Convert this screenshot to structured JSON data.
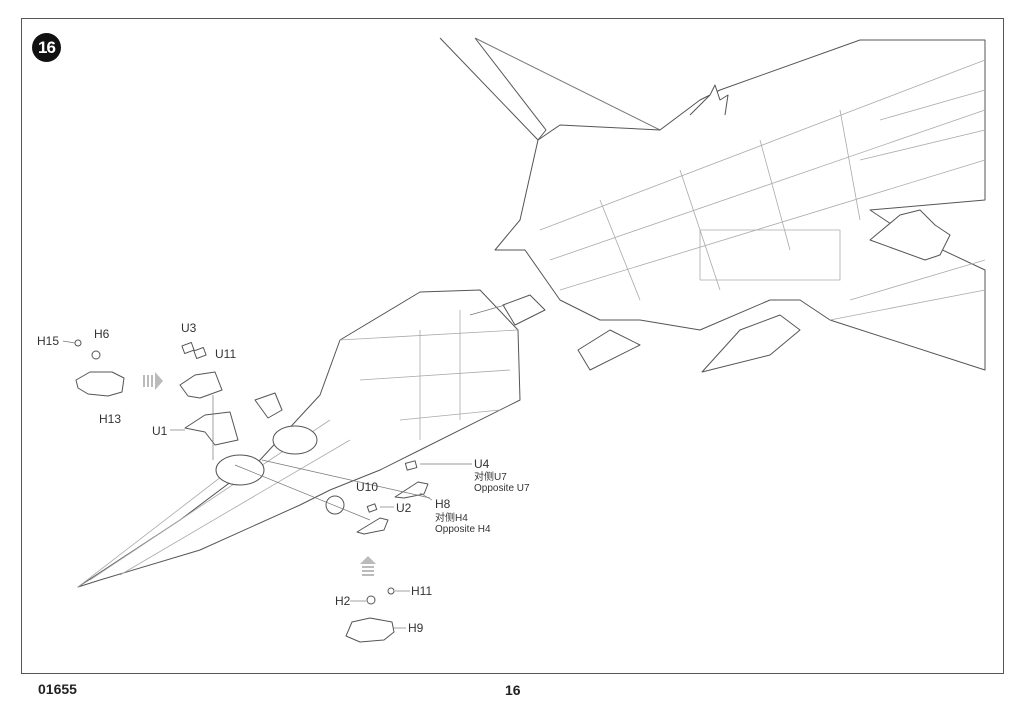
{
  "step": {
    "number": "16"
  },
  "parts": {
    "H15": "H15",
    "H6": "H6",
    "H13": "H13",
    "U3": "U3",
    "U11": "U11",
    "U1": "U1",
    "U4": "U4",
    "U4_note_cn": "对侧U7",
    "U4_note_en": "Opposite U7",
    "U10": "U10",
    "U2": "U2",
    "H8": "H8",
    "H8_note_cn": "对侧H4",
    "H8_note_en": "Opposite H4",
    "H2": "H2",
    "H11": "H11",
    "H9": "H9"
  },
  "icons": {
    "assembly_arrow_right": "assembly-arrow-right-icon",
    "assembly_arrow_up": "assembly-arrow-up-icon"
  },
  "footer": {
    "product_code": "01655",
    "page_number": "16"
  },
  "colors": {
    "line": "#555555",
    "text": "#333333",
    "badge": "#111111",
    "arrow": "#bbbbbb"
  }
}
